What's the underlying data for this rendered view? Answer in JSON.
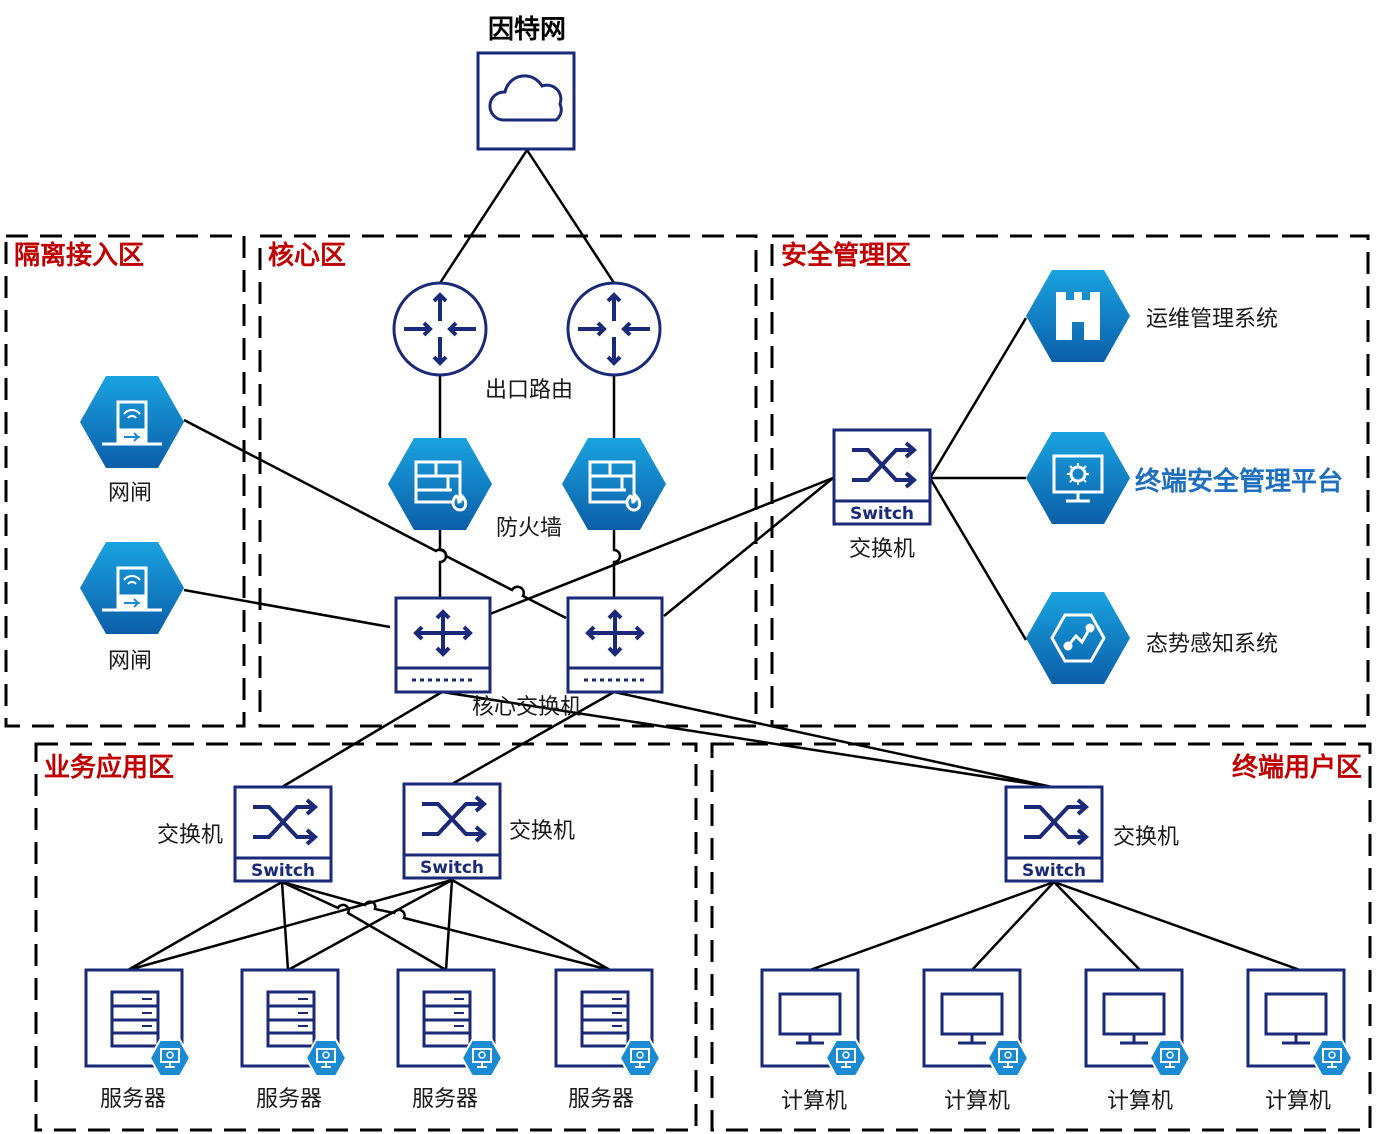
{
  "colors": {
    "navy": "#1b2a78",
    "hex_blue": "#1a8bd3",
    "zone_title": "#c00000",
    "platform_blue": "#1f6fbf",
    "line": "#000000"
  },
  "top": {
    "internet_label": "因特网",
    "internet_icon": "cloud-icon"
  },
  "zones": {
    "isolation": "隔离接入区",
    "core": "核心区",
    "security": "安全管理区",
    "business": "业务应用区",
    "terminal": "终端用户区"
  },
  "core": {
    "router_label": "出口路由",
    "firewall_label": "防火墙",
    "core_switch_label": "核心交换机"
  },
  "isolation": {
    "gateway_label_1": "网闸",
    "gateway_label_2": "网闸"
  },
  "security": {
    "switch_label": "交换机",
    "switch_word": "Switch",
    "systems": [
      "运维管理系统",
      "终端安全管理平台",
      "态势感知系统"
    ]
  },
  "business": {
    "switch_label_1": "交换机",
    "switch_label_2": "交换机",
    "switch_word": "Switch",
    "servers": [
      "服务器",
      "服务器",
      "服务器",
      "服务器"
    ]
  },
  "terminal": {
    "switch_label": "交换机",
    "switch_word": "Switch",
    "computers": [
      "计算机",
      "计算机",
      "计算机",
      "计算机"
    ]
  }
}
